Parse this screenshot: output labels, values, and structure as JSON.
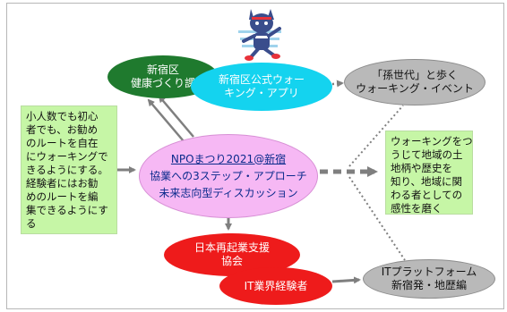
{
  "colors": {
    "green": "#1f7a2e",
    "cyan": "#14d3ef",
    "pink": "#f6b8f4",
    "red": "#ee1b1b",
    "grey": "#b9b9b9",
    "light_green": "#c6f6a6",
    "arrow_grey": "#7f7f7f"
  },
  "mascot": {
    "icon": "cat-mascot-icon"
  },
  "nodes": {
    "green": {
      "lines": [
        "新宿区",
        "健康づくり課"
      ]
    },
    "cyan": {
      "lines": [
        "新宿区公式ウォー",
        "キング・アプリ"
      ]
    },
    "center": {
      "lines": [
        "NPOまつり2021@新宿",
        "協業への3ステップ・アプローチ",
        "未来志向型ディスカッション"
      ]
    },
    "red1": {
      "lines": [
        "日本再起業支援",
        "協会"
      ]
    },
    "red2": {
      "lines": [
        "IT業界経験者"
      ]
    },
    "grey1": {
      "lines": [
        "「孫世代」と歩く",
        "ウォーキング・イベント"
      ]
    },
    "grey2": {
      "lines": [
        "ITプラットフォーム",
        "新宿発・地歴編"
      ]
    }
  },
  "boxes": {
    "left": {
      "lines": [
        "小人数でも初心",
        "者でも、お勧め",
        "のルートを自在",
        "にウォーキングで",
        "きるようにする。",
        "経験者にはお勧",
        "めのルートを編",
        "集できるようにす",
        "る"
      ]
    },
    "right": {
      "lines": [
        "ウォーキングをつ",
        "うじて地域の土",
        "地柄や歴史を",
        "知り、地域に関",
        "わる者としての",
        "感性を磨く"
      ]
    }
  }
}
